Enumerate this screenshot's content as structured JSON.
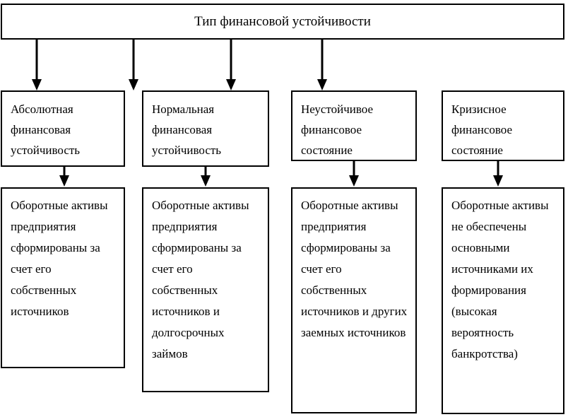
{
  "diagram": {
    "title_box": {
      "label": "Тип финансовой устойчивости"
    },
    "categories": [
      {
        "label": "Абсолютная финансовая устойчивость"
      },
      {
        "label": "Нормальная финансовая устойчивость"
      },
      {
        "label": "Неустойчивое финансовое состояние"
      },
      {
        "label": "Кризисное финансовое состояние"
      }
    ],
    "details": [
      {
        "label": "Оборотные активы предприятия сформированы за счет его собственных источников"
      },
      {
        "label": "Оборотные активы предприятия сформированы за счет его собственных источников и долгосрочных займов"
      },
      {
        "label": "Оборотные активы предприятия сформированы за счет его собственных источников и других заемных источников"
      },
      {
        "label": "Оборотные активы не обеспечены основными источниками их формирования (высокая вероятность банкротства)"
      }
    ],
    "colors": {
      "line": "#000000",
      "fill": "#ffffff",
      "text": "#000000"
    }
  }
}
